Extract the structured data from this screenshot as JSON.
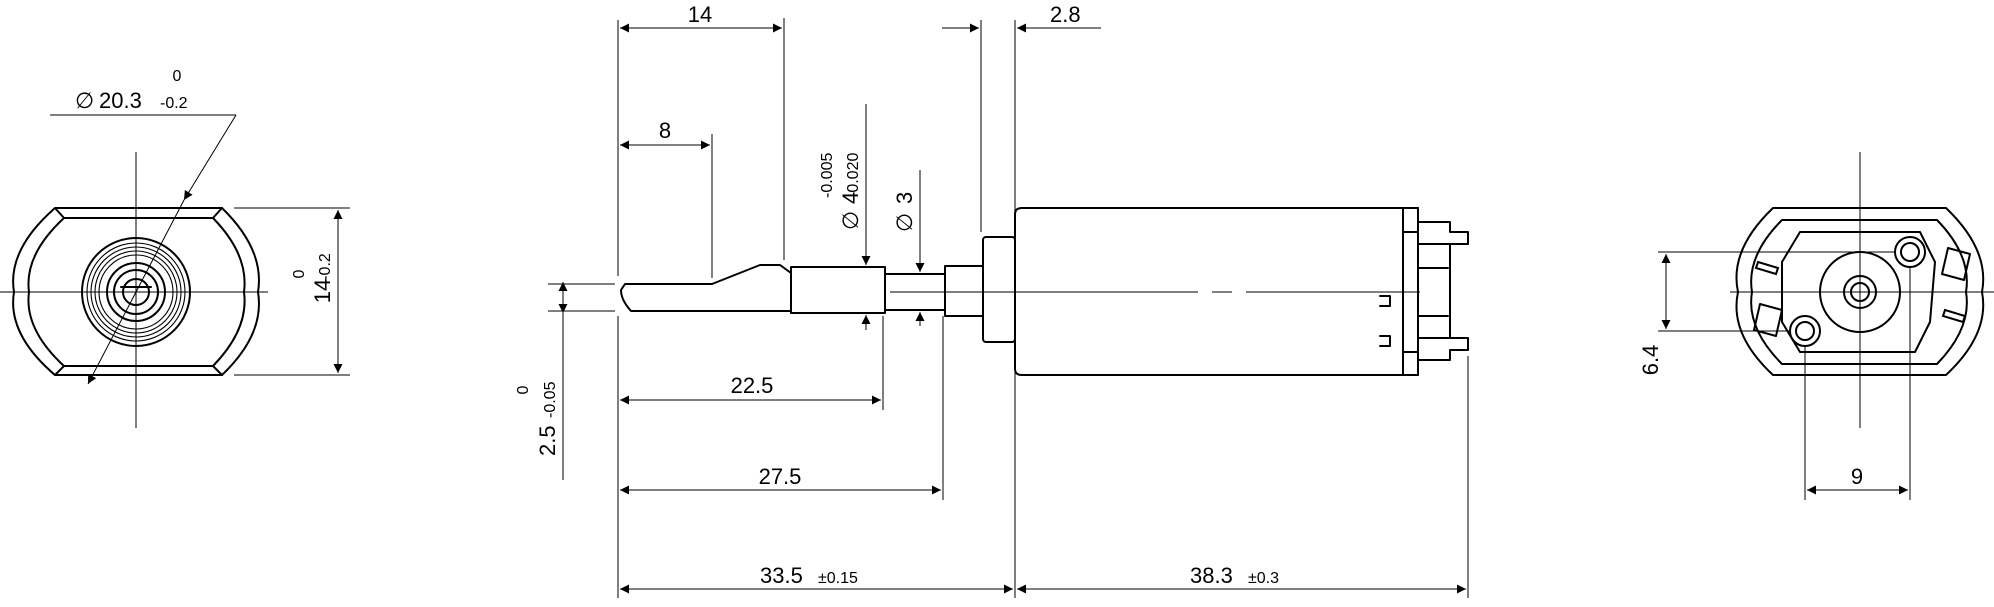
{
  "front_view": {
    "diameter": "20.3",
    "diameter_upper_tol": "0",
    "diameter_lower_tol": "-0.2",
    "height": "14",
    "height_upper_tol": "0",
    "height_lower_tol": "-0.2"
  },
  "side_view": {
    "dim_14": "14",
    "dim_8": "8",
    "dim_2_8": "2.8",
    "shaft_diameter": "4",
    "shaft_upper_tol": "-0.005",
    "shaft_lower_tol": "-0.020",
    "small_diameter": "3",
    "flat": "2.5",
    "flat_upper_tol": "0",
    "flat_lower_tol": "-0.05",
    "dim_22_5": "22.5",
    "dim_27_5": "27.5",
    "dim_33_5": "33.5",
    "dim_33_5_tol": "±0.15",
    "dim_38_3": "38.3",
    "dim_38_3_tol": "±0.3"
  },
  "rear_view": {
    "dim_6_4": "6.4",
    "dim_9": "9"
  },
  "symbols": {
    "diameter": "∅"
  }
}
